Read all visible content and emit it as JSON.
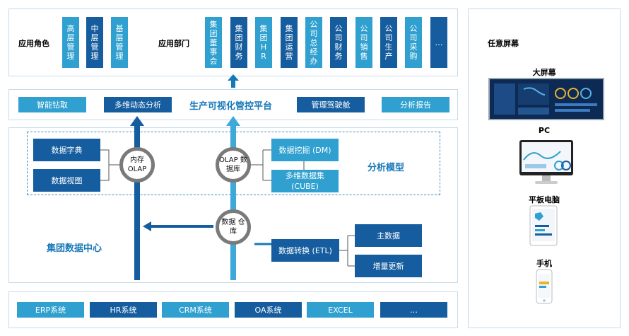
{
  "top": {
    "roles_label": "应用角色",
    "roles": [
      "高层管理",
      "中层管理",
      "基层管理"
    ],
    "depts_label": "应用部门",
    "depts": [
      "集团董事会",
      "集团财务",
      "集团HR",
      "集团运营",
      "公司总经办",
      "公司财务",
      "公司销售",
      "公司生产",
      "公司采购",
      "…"
    ]
  },
  "platform": {
    "title": "生产可视化管控平台",
    "items": [
      "智能钻取",
      "多维动态分析",
      "管理驾驶舱",
      "分析报告"
    ]
  },
  "center": {
    "model_label": "分析模型",
    "dict": "数据字典",
    "view": "数据视图",
    "mem_olap": "内存 OLAP",
    "olap_db": "OLAP 数据库",
    "dm": "数据挖掘 (DM)",
    "cube": "多维数据集 (CUBE)",
    "warehouse": "数据 仓库",
    "etl": "数据转换 (ETL)",
    "master": "主数据",
    "incr": "增量更新",
    "center_label": "集团数据中心"
  },
  "sources": [
    "ERP系统",
    "HR系统",
    "CRM系统",
    "OA系统",
    "EXCEL",
    "…"
  ],
  "screens": {
    "title": "任意屏幕",
    "big": "大屏幕",
    "pc": "PC",
    "tablet": "平板电脑",
    "phone": "手机"
  },
  "colors": {
    "light_blue": "#2fa0cf",
    "dark_blue": "#155d9e",
    "arrow_blue": "#1678b8"
  }
}
